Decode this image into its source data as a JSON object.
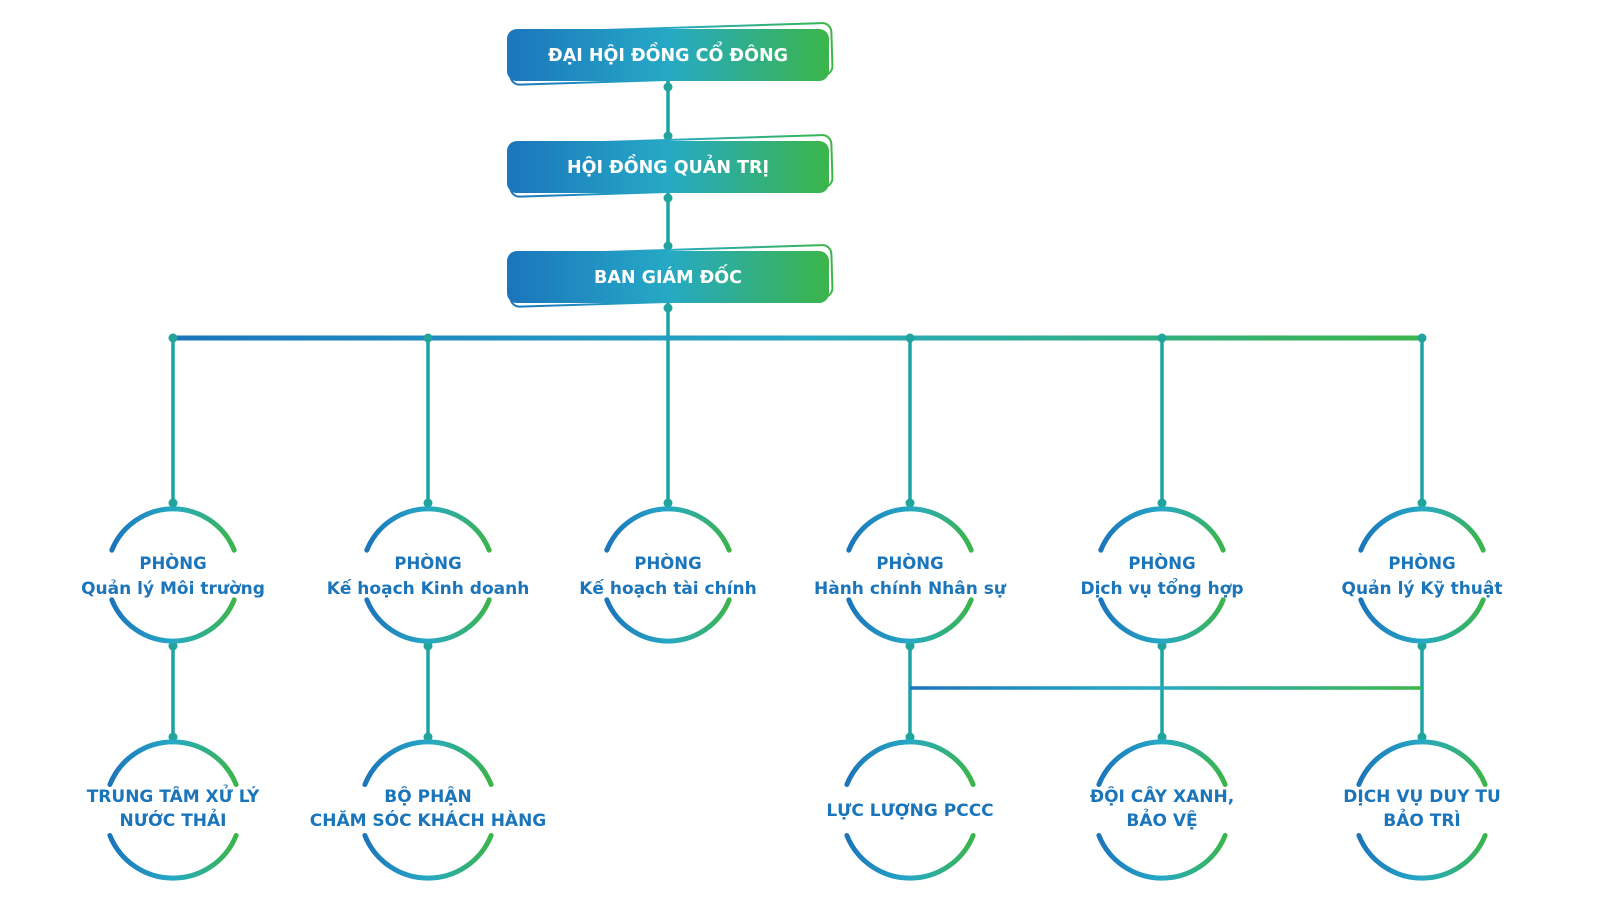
{
  "palette": {
    "blue": "#1B75BC",
    "teal": "#26A9C5",
    "green": "#3BB54A",
    "label_blue": "#1B75BB",
    "connector_teal": "#1CA3A6",
    "box_text_color": "#FFFFFF",
    "background": "#FFFFFF"
  },
  "governance": [
    {
      "label": "ĐẠI HỘI ĐỒNG CỔ ĐÔNG"
    },
    {
      "label": "HỘI ĐỒNG QUẢN TRỊ"
    },
    {
      "label": "BAN GIÁM ĐỐC"
    }
  ],
  "departments": [
    {
      "line1": "PHÒNG",
      "line2": "Quản lý Môi trường"
    },
    {
      "line1": "PHÒNG",
      "line2": "Kế hoạch Kinh doanh"
    },
    {
      "line1": "PHÒNG",
      "line2": "Kế hoạch tài chính"
    },
    {
      "line1": "PHÒNG",
      "line2": "Hành chính Nhân sự"
    },
    {
      "line1": "PHÒNG",
      "line2": "Dịch vụ tổng hợp"
    },
    {
      "line1": "PHÒNG",
      "line2": "Quản lý Kỹ thuật"
    }
  ],
  "sub_units": [
    {
      "line1": "TRUNG TÂM XỬ LÝ",
      "line2": "NƯỚC THẢI"
    },
    {
      "line1": "BỘ PHẬN",
      "line2": "CHĂM SÓC KHÁCH HÀNG"
    },
    {
      "line1": "LỰC LƯỢNG PCCC",
      "line2": ""
    },
    {
      "line1": "ĐỘI CÂY XANH,",
      "line2": "BẢO VỆ"
    },
    {
      "line1": "DỊCH VỤ DUY TU",
      "line2": "BẢO TRÌ"
    }
  ]
}
